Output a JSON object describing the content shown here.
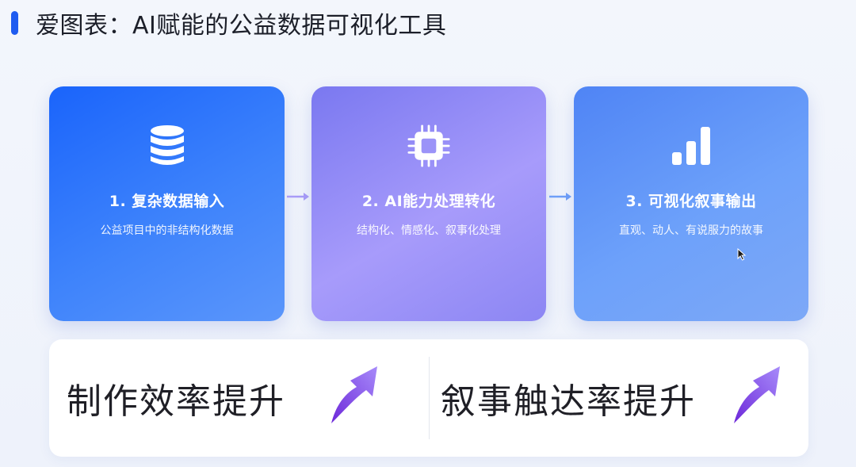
{
  "header": {
    "title": "爱图表：AI赋能的公益数据可视化工具",
    "accent_color": "#1f5cf0"
  },
  "steps": [
    {
      "title": "1. 复杂数据输入",
      "subtitle": "公益项目中的非结构化数据",
      "icon": "database-icon",
      "color": "#1a64fb"
    },
    {
      "title": "2. AI能力处理转化",
      "subtitle": "结构化、情感化、叙事化处理",
      "icon": "chip-icon",
      "color": "#8f88f5"
    },
    {
      "title": "3. 可视化叙事输出",
      "subtitle": "直观、动人、有说服力的故事",
      "icon": "bar-chart-icon",
      "color": "#5f95f8"
    }
  ],
  "metrics": [
    {
      "label": "制作效率提升",
      "icon": "up-arrow-icon"
    },
    {
      "label": "叙事触达率提升",
      "icon": "up-arrow-icon"
    }
  ],
  "colors": {
    "arrow_purple": "#8b5cf6",
    "connector_1": "#a99cf7",
    "connector_2": "#6f9ff8"
  }
}
